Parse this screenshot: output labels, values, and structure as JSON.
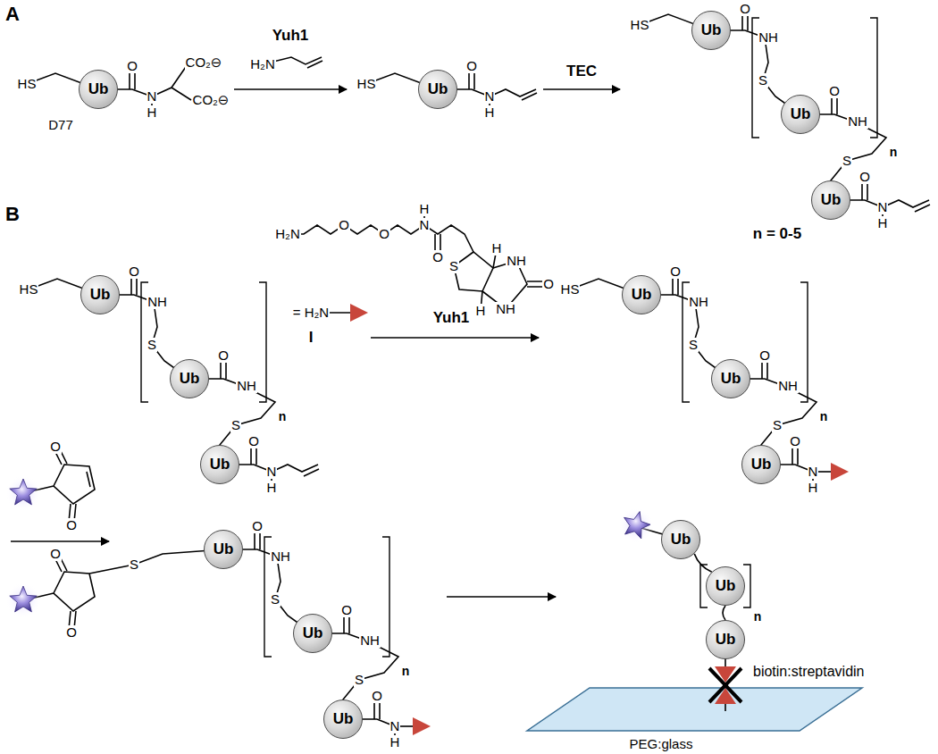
{
  "diagram": {
    "nodes": [
      {
        "text": [
          "Ub"
        ]
      },
      {
        "text": [
          "Ub"
        ]
      },
      {
        "text": [
          "Ub"
        ]
      },
      {
        "text": [
          "Ub"
        ]
      },
      {
        "text": [
          "Ub"
        ]
      },
      {
        "text": [
          "Ub"
        ]
      },
      {
        "text": [
          "Ub"
        ]
      },
      {
        "text": [
          "Ub"
        ]
      },
      {
        "text": [
          "Ub"
        ]
      },
      {
        "text": [
          "Ub"
        ]
      },
      {
        "text": [
          "Ub"
        ]
      },
      {
        "text": [
          "Ub"
        ]
      },
      {
        "text": [
          "Ub"
        ]
      },
      {
        "text": [
          "Ub"
        ]
      },
      {
        "text": [
          "Ub"
        ]
      },
      {
        "text": [
          "Ub"
        ]
      },
      {
        "text": [
          "Ub"
        ]
      }
    ],
    "edges": [
      {
        "from": 14,
        "to": 15,
        "arrow": "none"
      },
      {
        "from": 15,
        "to": 16,
        "arrow": "none"
      }
    ],
    "labels": [
      "A",
      "HS",
      "O",
      "N",
      "H",
      "CO₂⊖",
      "CO₂⊖",
      "D77",
      "Yuh1",
      "H₂N",
      "HS",
      "O",
      "N",
      "H",
      "TEC",
      "HS",
      "O",
      "NH",
      "S",
      "O",
      "NH",
      "n",
      "S",
      "O",
      "N",
      "H",
      "n = 0-5",
      "B",
      "HS",
      "O",
      "NH",
      "S",
      "O",
      "NH",
      "n",
      "S",
      "O",
      "N",
      "H",
      "H₂N",
      "O",
      "O",
      "H",
      "N",
      "O",
      "S",
      "H",
      "NH",
      "O",
      "NH",
      "H",
      "= H₂N",
      "I",
      "Yuh1",
      "HS",
      "O",
      "NH",
      "S",
      "O",
      "NH",
      "n",
      "S",
      "O",
      "N",
      "H",
      "O",
      "O",
      "O",
      "O",
      "S",
      "O",
      "NH",
      "S",
      "O",
      "NH",
      "n",
      "S",
      "O",
      "N",
      "H",
      "biotin:streptavidin",
      "n",
      "PEG:glass"
    ]
  }
}
